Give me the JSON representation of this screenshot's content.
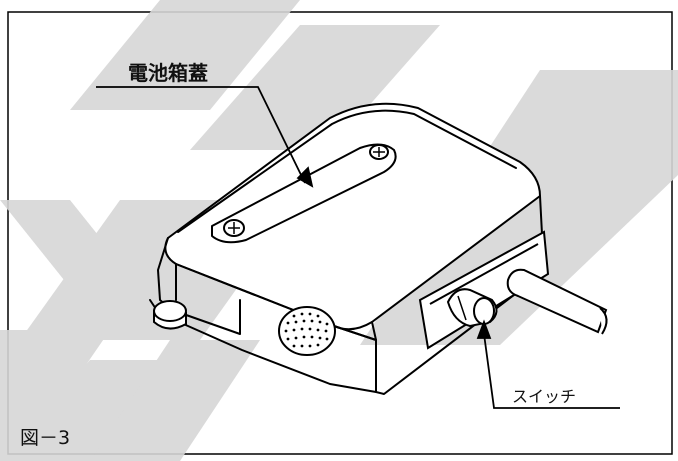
{
  "figure": {
    "label_battery_cover": "電池箱蓋",
    "label_switch": "スイッチ",
    "caption": "図－3"
  }
}
